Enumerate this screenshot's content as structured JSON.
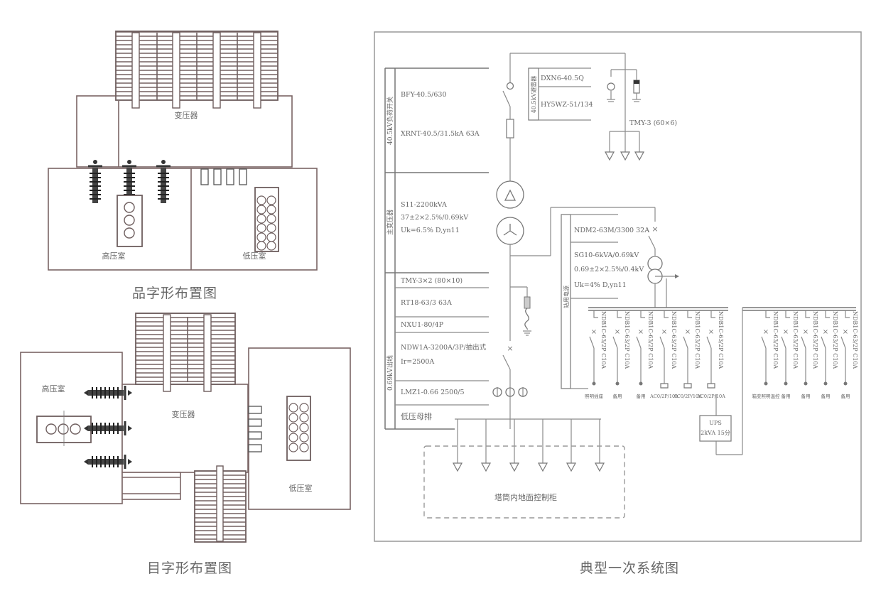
{
  "layouts": {
    "pin": {
      "caption": "品字形布置图",
      "transformer_label": "变压器",
      "hv_room_label": "高压室",
      "lv_room_label": "低压室"
    },
    "mu": {
      "caption": "目字形布置图",
      "transformer_label": "变压器",
      "hv_room_label": "高压室",
      "lv_room_label": "低压室"
    }
  },
  "single_line": {
    "caption": "典型一次系统图",
    "table_groups": [
      {
        "group": "40.5kV负荷开关",
        "rows": [
          "BFY-40.5/630",
          "XRNT-40.5/31.5kA 63A"
        ]
      },
      {
        "group": "主变压器",
        "rows": [
          "S11-2200kVA",
          "37±2×2.5%/0.69kV",
          "Uk=6.5%  D,yn11"
        ]
      },
      {
        "group": "0.69kV出线",
        "rows": [
          "TMY-3×2 (80×10)",
          "RT18-63/3 63A",
          "NXU1-80/4P",
          "NDW1A-3200A/3P/抽出式",
          "Ir=2500A",
          "LMZ1-0.66 2500/5",
          "低压母排"
        ]
      }
    ],
    "arrester_group": {
      "group": "40.5kV避雷器",
      "rows": [
        "DXN6-40.5Q",
        "HY5WZ-51/134"
      ]
    },
    "busbar_label": "TMY-3 (60×6)",
    "aux_group": {
      "group": "站用电源",
      "rows": [
        "NDM2-63M/3300 32A",
        "SG10-6kVA/0.69kV",
        "0.69±2×2.5%/0.4kV",
        "Uk=4%  D,yn11"
      ]
    },
    "feeders_left": [
      {
        "breaker": "NDB1C-63/2P C10A",
        "load": "照明插座"
      },
      {
        "breaker": "NDB1C-63/2P C10A",
        "load": "备用"
      },
      {
        "breaker": "NDB1C-63/2P C10A",
        "load": "备用"
      },
      {
        "breaker": "NDB1C-63/2P C10A",
        "load": "AC0/2P/10A"
      },
      {
        "breaker": "NDB1C-63/2P C10A",
        "load": "AC0/2P/10A"
      },
      {
        "breaker": "NDB1C-63/2P C10A",
        "load": "AC0/2P/10A"
      }
    ],
    "feeders_right": [
      {
        "breaker": "NDB1C-63/2P C10A",
        "load": "箱变照明温控"
      },
      {
        "breaker": "NDB1C-63/2P C10A",
        "load": "备用"
      },
      {
        "breaker": "NDB1C-63/2P C10A",
        "load": "备用"
      },
      {
        "breaker": "NDB1C-63/2P C10A",
        "load": "备用"
      },
      {
        "breaker": "NDB1C-63/2P C10A",
        "load": "备用"
      }
    ],
    "ups": {
      "name": "UPS",
      "rating": "2kVA 15分"
    },
    "tower_panel_label": "塔筒内地面控制柜",
    "outgoing_feeder_count": 6
  }
}
